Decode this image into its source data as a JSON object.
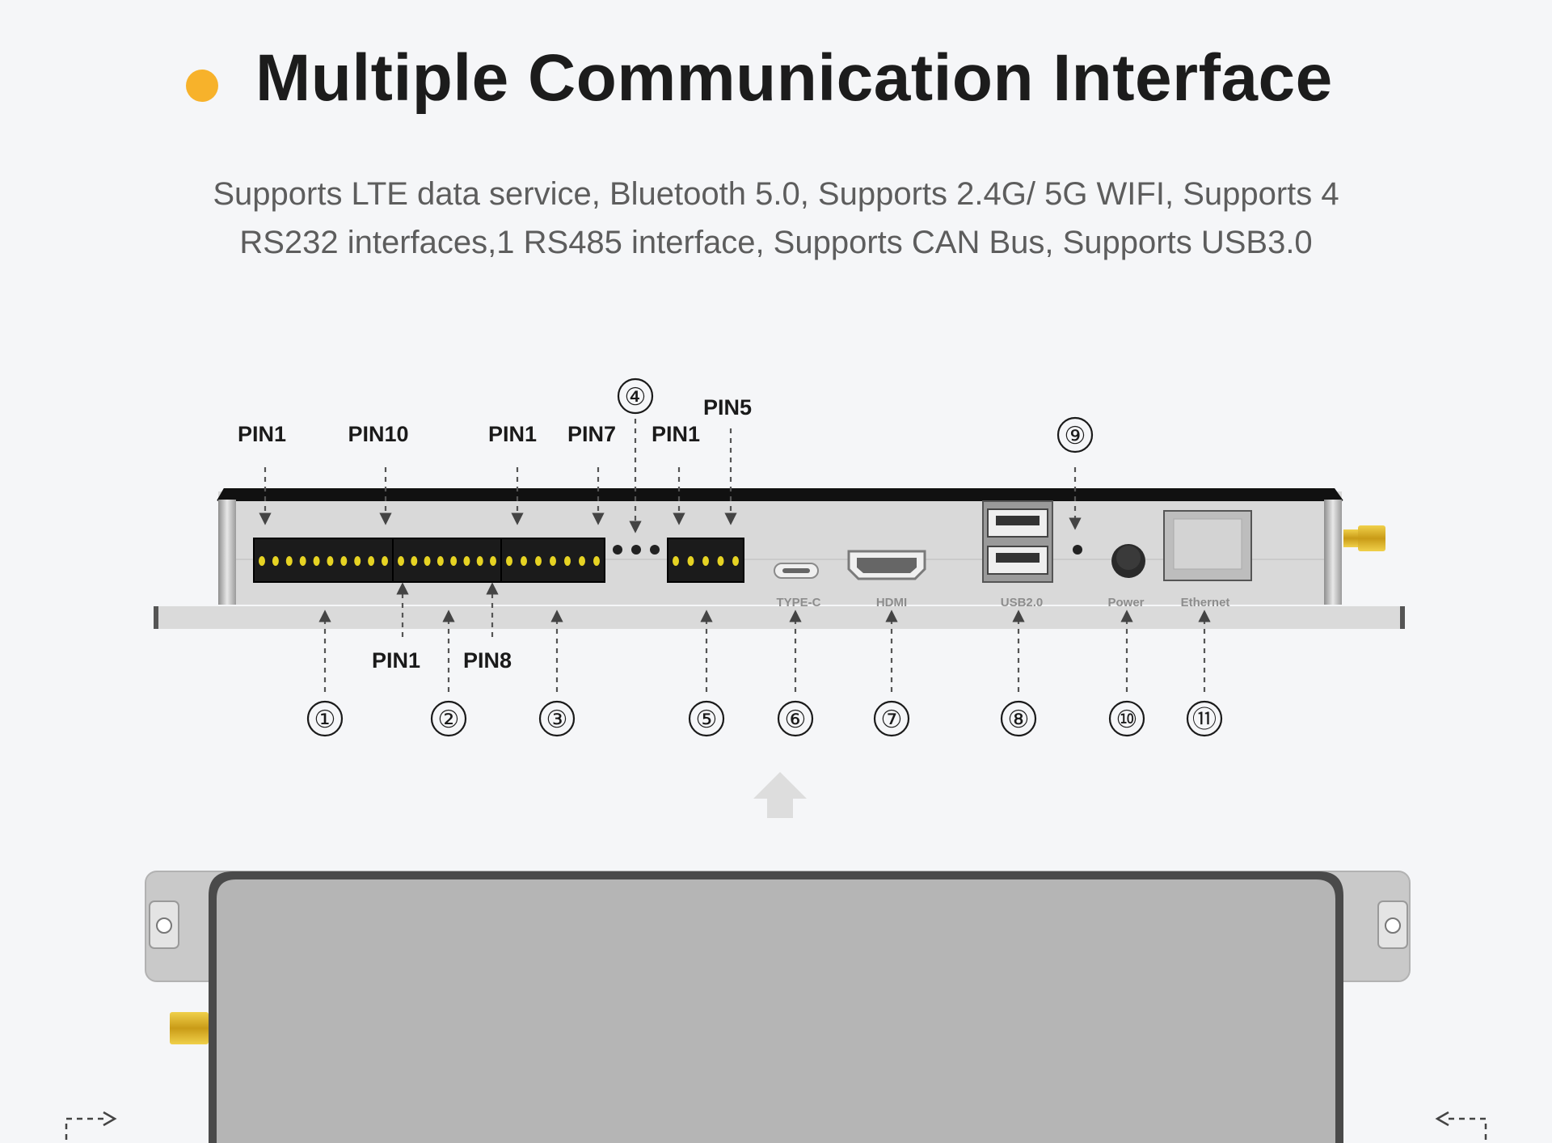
{
  "header": {
    "title": "Multiple Communication Interface",
    "subtitle_line1": "Supports LTE data service, Bluetooth 5.0, Supports 2.4G/ 5G WIFI, Supports 4",
    "subtitle_line2": "RS232 interfaces,1 RS485 interface, Supports CAN Bus, Supports USB3.0",
    "accent_color": "#f7b22b"
  },
  "diagram": {
    "pin_labels": {
      "b1_pin1": "PIN1",
      "b1_pin10": "PIN10",
      "b3_pin1": "PIN1",
      "b3_pin7": "PIN7",
      "b5_pin1": "PIN1",
      "b5_pin5": "PIN5",
      "b2_pin1": "PIN1",
      "b2_pin8": "PIN8"
    },
    "port_labels": {
      "typec": "TYPE-C",
      "hdmi": "HDMI",
      "usb": "USB2.0",
      "power": "Power",
      "ethernet": "Ethernet"
    },
    "callouts": {
      "n1": "①",
      "n2": "②",
      "n3": "③",
      "n4": "④",
      "n5": "⑤",
      "n6": "⑥",
      "n7": "⑦",
      "n8": "⑧",
      "n9": "⑨",
      "n10": "⑩",
      "n11": "⑪"
    }
  }
}
